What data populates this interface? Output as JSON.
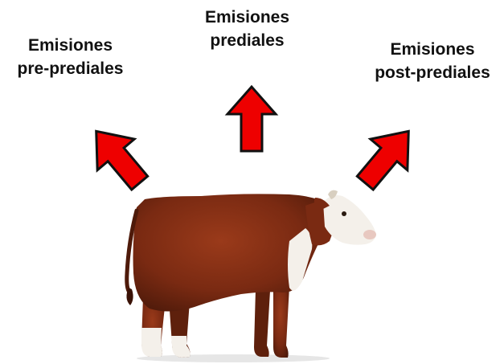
{
  "diagram": {
    "labels": {
      "pre": {
        "line1": "Emisiones",
        "line2": "pre-prediales"
      },
      "prediales": {
        "line1": "Emisiones",
        "line2": "prediales"
      },
      "post": {
        "line1": "Emisiones",
        "line2": "post-prediales"
      }
    },
    "arrow_color": "#ee0000",
    "arrow_stroke": "#111111",
    "cow_colors": {
      "body": "#7a2a12",
      "white": "#f4f0ea"
    }
  }
}
